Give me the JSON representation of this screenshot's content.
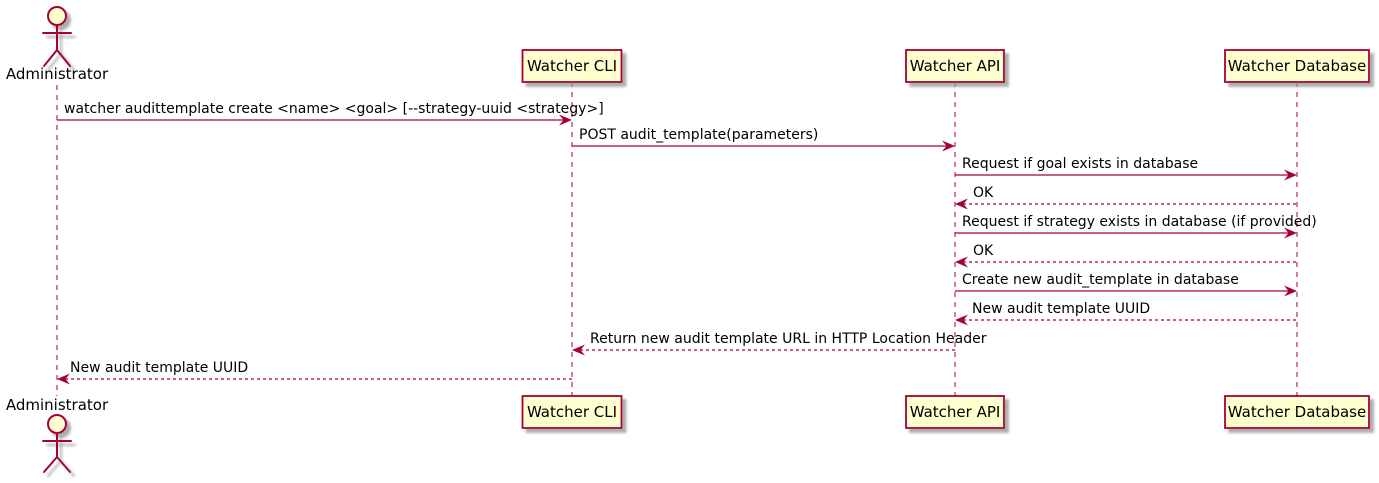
{
  "diagram_type": "sequence",
  "colors": {
    "line": "#A80036",
    "participant_fill": "#FEFECE",
    "participant_border": "#A80036",
    "actor_head_fill": "#FEFECE",
    "text": "#000000",
    "background": "#FFFFFF"
  },
  "actor": {
    "name": "Administrator"
  },
  "participants": [
    {
      "label": "Watcher CLI"
    },
    {
      "label": "Watcher API"
    },
    {
      "label": "Watcher Database"
    }
  ],
  "messages": [
    {
      "from": "Administrator",
      "to": "Watcher CLI",
      "line": "solid",
      "text": "watcher audittemplate create <name> <goal> [--strategy-uuid <strategy>]"
    },
    {
      "from": "Watcher CLI",
      "to": "Watcher API",
      "line": "solid",
      "text": "POST audit_template(parameters)"
    },
    {
      "from": "Watcher API",
      "to": "Watcher Database",
      "line": "solid",
      "text": "Request if goal exists in database"
    },
    {
      "from": "Watcher Database",
      "to": "Watcher API",
      "line": "dashed",
      "text": "OK"
    },
    {
      "from": "Watcher API",
      "to": "Watcher Database",
      "line": "solid",
      "text": "Request if strategy exists in database (if provided)"
    },
    {
      "from": "Watcher Database",
      "to": "Watcher API",
      "line": "dashed",
      "text": "OK"
    },
    {
      "from": "Watcher API",
      "to": "Watcher Database",
      "line": "solid",
      "text": "Create new audit_template in database"
    },
    {
      "from": "Watcher Database",
      "to": "Watcher API",
      "line": "dashed",
      "text": "New audit template UUID"
    },
    {
      "from": "Watcher API",
      "to": "Watcher CLI",
      "line": "dashed",
      "text": "Return new audit template URL in HTTP Location Header"
    },
    {
      "from": "Watcher CLI",
      "to": "Administrator",
      "line": "dashed",
      "text": "New audit template UUID"
    }
  ]
}
